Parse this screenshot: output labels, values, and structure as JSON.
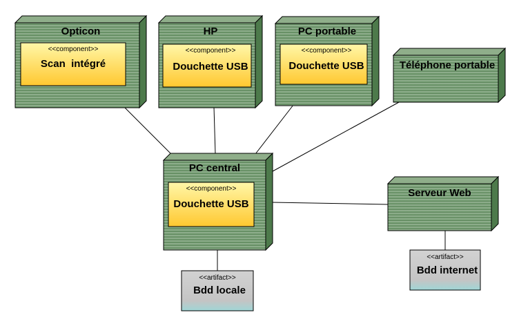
{
  "diagram": {
    "stereotype_component": "<<component>>",
    "stereotype_artifact": "<<artifact>>",
    "colors": {
      "node_top": "#8fae8a",
      "node_side": "#4d7a4b",
      "node_grad_top": "#9cb89a",
      "node_grad_bottom": "#5c8a5a",
      "component_top": "#fff7a8",
      "component_bottom": "#ffc830",
      "artifact": "#c9c9c9",
      "artifact_band": "#9fd6d6"
    },
    "nodes": {
      "opticon": {
        "title": "Opticon",
        "component": "Scan  intégré"
      },
      "hp": {
        "title": "HP",
        "component": "Douchette USB"
      },
      "pc_portable": {
        "title": "PC portable",
        "component": "Douchette USB"
      },
      "telephone": {
        "title": "Téléphone portable"
      },
      "pc_central": {
        "title": "PC central",
        "component": "Douchette USB"
      },
      "serveur_web": {
        "title": "Serveur Web"
      }
    },
    "artifacts": {
      "bdd_locale": {
        "label": "Bdd locale"
      },
      "bdd_internet": {
        "label": "Bdd internet"
      }
    }
  }
}
